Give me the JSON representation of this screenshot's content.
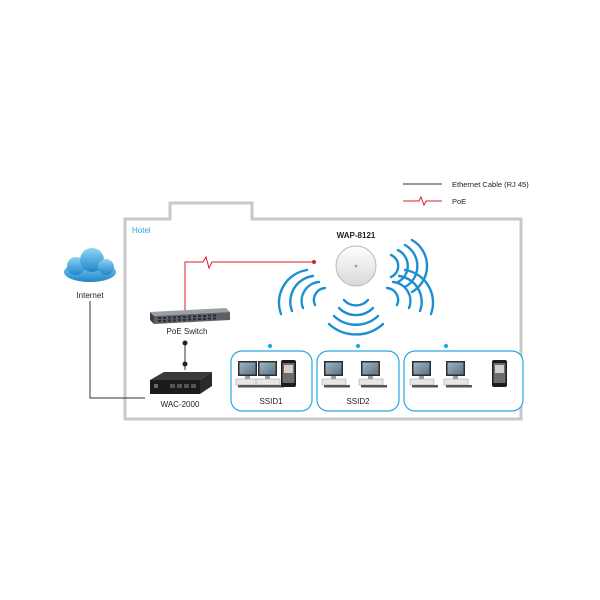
{
  "legend": {
    "ethernet_label": "Ethernet Cable (RJ 45)",
    "poe_label": "PoE"
  },
  "building": {
    "label": "Hotel"
  },
  "nodes": {
    "internet": "Internet",
    "poe_switch": "PoE Switch",
    "controller": "WAC-2000",
    "access_point": "WAP-8121"
  },
  "ssid_groups": [
    {
      "label": "SSID1"
    },
    {
      "label": "SSID2"
    },
    {
      "label": ""
    }
  ],
  "colors": {
    "building_outline": "#c8c8c8",
    "accent": "#2aa8e0",
    "poe_line": "#d42027",
    "ethernet_line": "#333333",
    "signal_waves": "#1c8fd0"
  },
  "icons": {
    "cloud": "cloud-icon",
    "switch": "network-switch-icon",
    "controller": "controller-appliance-icon",
    "access_point": "ceiling-access-point-icon",
    "computer": "desktop-computer-icon",
    "phone": "smartphone-icon",
    "wifi": "wifi-signal-icon"
  }
}
